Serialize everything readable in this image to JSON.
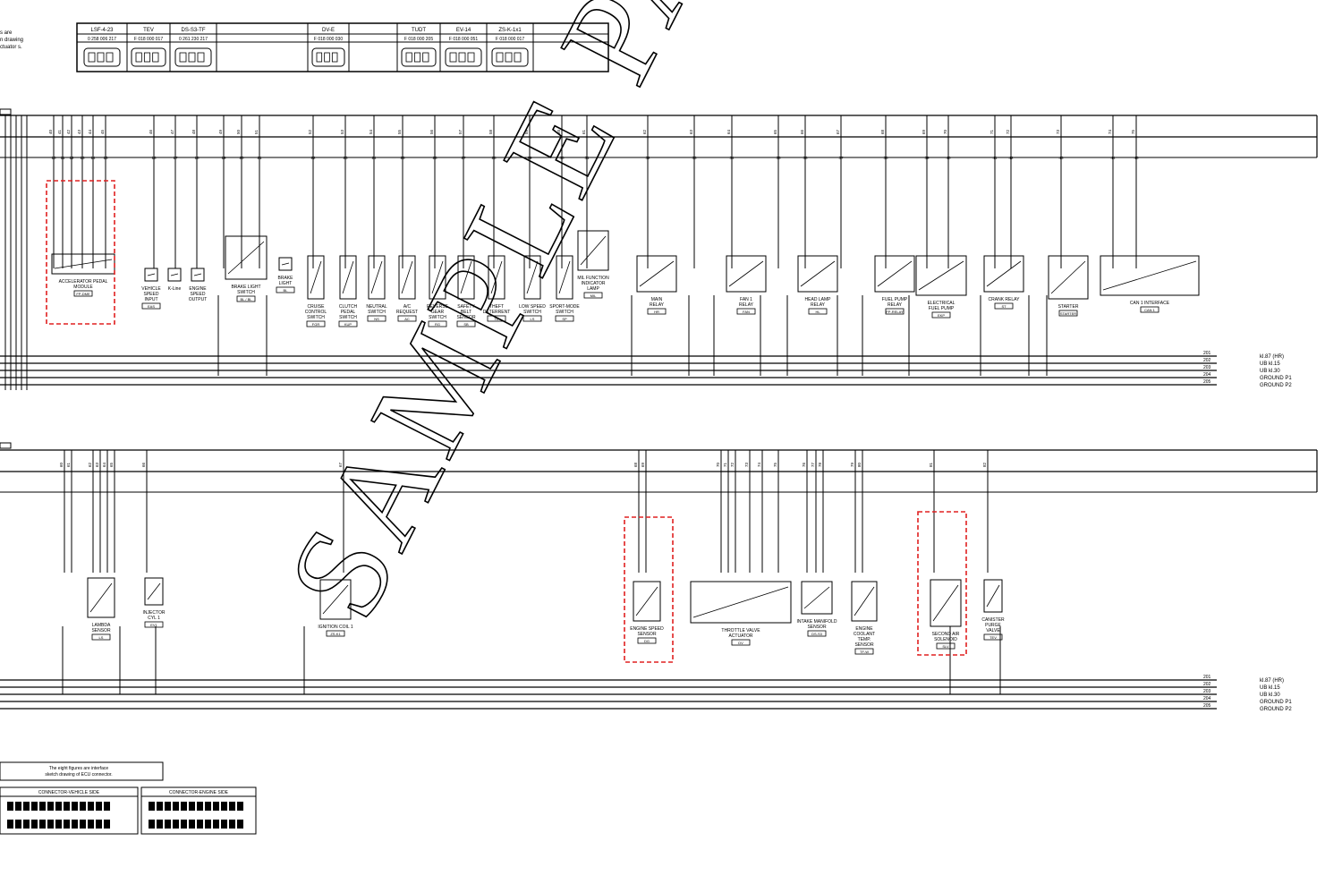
{
  "legend_table": {
    "note_lines": [
      "s are",
      "n drawing",
      "ctuator s."
    ],
    "columns": [
      {
        "name": "LSF-4-23",
        "part": "0 258 006 217"
      },
      {
        "name": "TEV",
        "part": "F 018 000 017"
      },
      {
        "name": "DS-S3-TF",
        "part": "0 261 230 217"
      },
      {
        "name": "",
        "part": ""
      },
      {
        "name": "DV-E",
        "part": "F 018 000 030"
      },
      {
        "name": "",
        "part": ""
      },
      {
        "name": "TUDT",
        "part": "F 018 000 205"
      },
      {
        "name": "EV-14",
        "part": "F 018 000 051"
      },
      {
        "name": "ZS-K-1x1",
        "part": "F 018 000 017"
      },
      {
        "name": "",
        "part": ""
      }
    ]
  },
  "top_components": [
    {
      "label": [
        "ACCELERATOR PEDAL",
        "MODULE"
      ],
      "tag": "FP-DME"
    },
    {
      "label": [
        "VEHICLE",
        "SPEED",
        "INPUT"
      ],
      "tag": "EAS"
    },
    {
      "label": [
        "K-Line"
      ],
      "tag": ""
    },
    {
      "label": [
        "ENGINE",
        "SPEED",
        "OUTPUT"
      ],
      "tag": ""
    },
    {
      "label": [
        "BRAKE LIGHT",
        "SWITCH"
      ],
      "tag": "BL / BL"
    },
    {
      "label": [
        "BRAKE",
        "LIGHT"
      ],
      "tag": "BL"
    },
    {
      "label": [
        "CRUISE",
        "CONTROL",
        "SWITCH"
      ],
      "tag": "FGR"
    },
    {
      "label": [
        "CLUTCH",
        "PEDAL",
        "SWITCH"
      ],
      "tag": "KUP"
    },
    {
      "label": [
        "NEUTRAL",
        "SWITCH"
      ],
      "tag": "NS"
    },
    {
      "label": [
        "A/C",
        "REQUEST"
      ],
      "tag": "AC"
    },
    {
      "label": [
        "REVERSE",
        "GEAR",
        "SWITCH"
      ],
      "tag": "RG"
    },
    {
      "label": [
        "SAFETY",
        "BELT",
        "SENSOR"
      ],
      "tag": "SB"
    },
    {
      "label": [
        "THEFT",
        "DETERRENT"
      ],
      "tag": "TD"
    },
    {
      "label": [
        "LOW SPEED",
        "SWITCH"
      ],
      "tag": "LS"
    },
    {
      "label": [
        "SPORT-MODE",
        "SWITCH"
      ],
      "tag": "SP"
    },
    {
      "label": [
        "MIL FUNCTION",
        "INDICATOR",
        "LAMP"
      ],
      "tag": "MIL"
    },
    {
      "label": [
        "MAIN",
        "RELAY"
      ],
      "tag": "HR"
    },
    {
      "label": [
        "FAN 1",
        "RELAY"
      ],
      "tag": "FAN"
    },
    {
      "label": [
        "HEAD LAMP",
        "RELAY"
      ],
      "tag": "HL"
    },
    {
      "label": [
        "FUEL PUMP",
        "RELAY"
      ],
      "tag": "FP-RELAY"
    },
    {
      "label": [
        "ELECTRICAL",
        "FUEL PUMP"
      ],
      "tag": "EKP"
    },
    {
      "label": [
        "CRANK RELAY"
      ],
      "tag": "ST"
    },
    {
      "label": [
        "STARTER"
      ],
      "tag": "STARTER"
    },
    {
      "label": [
        "CAN 1 INTERFACE"
      ],
      "tag": "CAN 1"
    }
  ],
  "bottom_components": [
    {
      "label": [
        "LAMBDA",
        "SENSOR"
      ],
      "tag": "LS"
    },
    {
      "label": [
        "INJECTOR",
        "CYL 1"
      ],
      "tag": "EV1"
    },
    {
      "label": [
        "IGNITION COIL 1"
      ],
      "tag": "ZS-K1"
    },
    {
      "label": [
        "ENGINE SPEED",
        "SENSOR"
      ],
      "tag": "DG"
    },
    {
      "label": [
        "THROTTLE VALVE",
        "ACTUATOR"
      ],
      "tag": "DV"
    },
    {
      "label": [
        "INTAKE MANIFOLD",
        "SENSOR"
      ],
      "tag": "DS-S3"
    },
    {
      "label": [
        "ENGINE",
        "COOLANT",
        "TEMP.",
        "SENSOR"
      ],
      "tag": "TF-W"
    },
    {
      "label": [
        "SECOND AIR",
        "SOLENOID"
      ],
      "tag": "SLV"
    },
    {
      "label": [
        "CANISTER",
        "PURGE",
        "VALVE"
      ],
      "tag": "TEV"
    }
  ],
  "rails_top": {
    "ids": [
      "201",
      "202",
      "203",
      "204",
      "205"
    ],
    "labels": [
      "kl.87 (HR)",
      "UB kl.15",
      "UB kl.30",
      "GROUND P1",
      "GROUND P2"
    ]
  },
  "rails_bottom": {
    "ids": [
      "201",
      "202",
      "203",
      "204",
      "205"
    ],
    "labels": [
      "kl.87 (HR)",
      "UB kl.15",
      "UB kl.30",
      "GROUND P1",
      "GROUND P2"
    ]
  },
  "interface_note": {
    "lines": [
      "The eight figures are interface",
      "sketch drawing of ECU connector."
    ],
    "left_box": "CONNECTOR-VEHICLE SIDE",
    "right_box": "CONNECTOR-ENGINE SIDE"
  },
  "watermark": "SAMPLE PAGE",
  "colors": {
    "ink": "#000000",
    "highlight": "#e02020"
  }
}
